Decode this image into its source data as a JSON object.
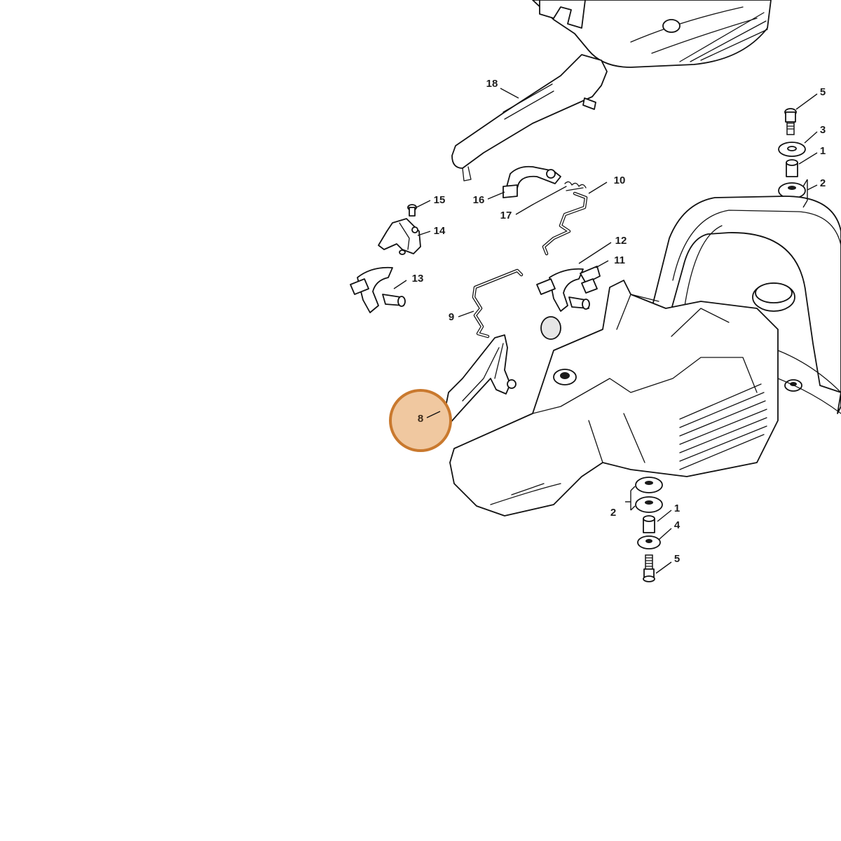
{
  "diagram": {
    "highlight": {
      "label": "8",
      "fill": "#f0c8a0",
      "stroke": "#c9792e"
    },
    "callouts": [
      {
        "id": "18",
        "label": "18"
      },
      {
        "id": "5-top",
        "label": "5"
      },
      {
        "id": "3",
        "label": "3"
      },
      {
        "id": "1-top",
        "label": "1"
      },
      {
        "id": "2-top",
        "label": "2"
      },
      {
        "id": "10",
        "label": "10"
      },
      {
        "id": "16",
        "label": "16"
      },
      {
        "id": "17",
        "label": "17"
      },
      {
        "id": "15",
        "label": "15"
      },
      {
        "id": "14",
        "label": "14"
      },
      {
        "id": "13",
        "label": "13"
      },
      {
        "id": "12",
        "label": "12"
      },
      {
        "id": "11",
        "label": "11"
      },
      {
        "id": "9",
        "label": "9"
      },
      {
        "id": "8",
        "label": "8"
      },
      {
        "id": "2-bottom",
        "label": "2"
      },
      {
        "id": "1-bottom",
        "label": "1"
      },
      {
        "id": "4",
        "label": "4"
      },
      {
        "id": "5-bottom",
        "label": "5"
      }
    ]
  }
}
